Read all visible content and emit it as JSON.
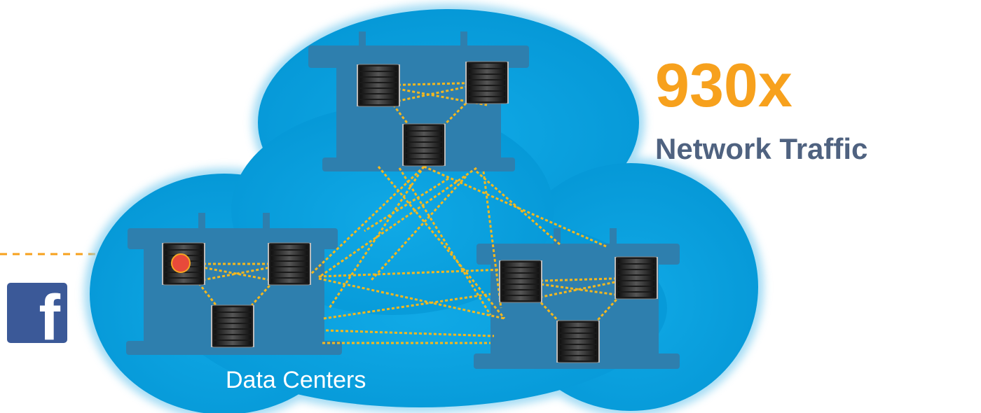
{
  "stat": {
    "value": "930x",
    "label": "Network Traffic"
  },
  "cloud": {
    "caption": "Data Centers"
  },
  "social": {
    "icon": "facebook-icon",
    "glyph": "f"
  },
  "colors": {
    "cloud": "#0aa3e2",
    "datacenter": "#2e7fae",
    "link": "#f5b81e",
    "accent": "#f7a11d",
    "label": "#4f6280",
    "alert": "#e84a3a",
    "facebook": "#3b5998"
  }
}
